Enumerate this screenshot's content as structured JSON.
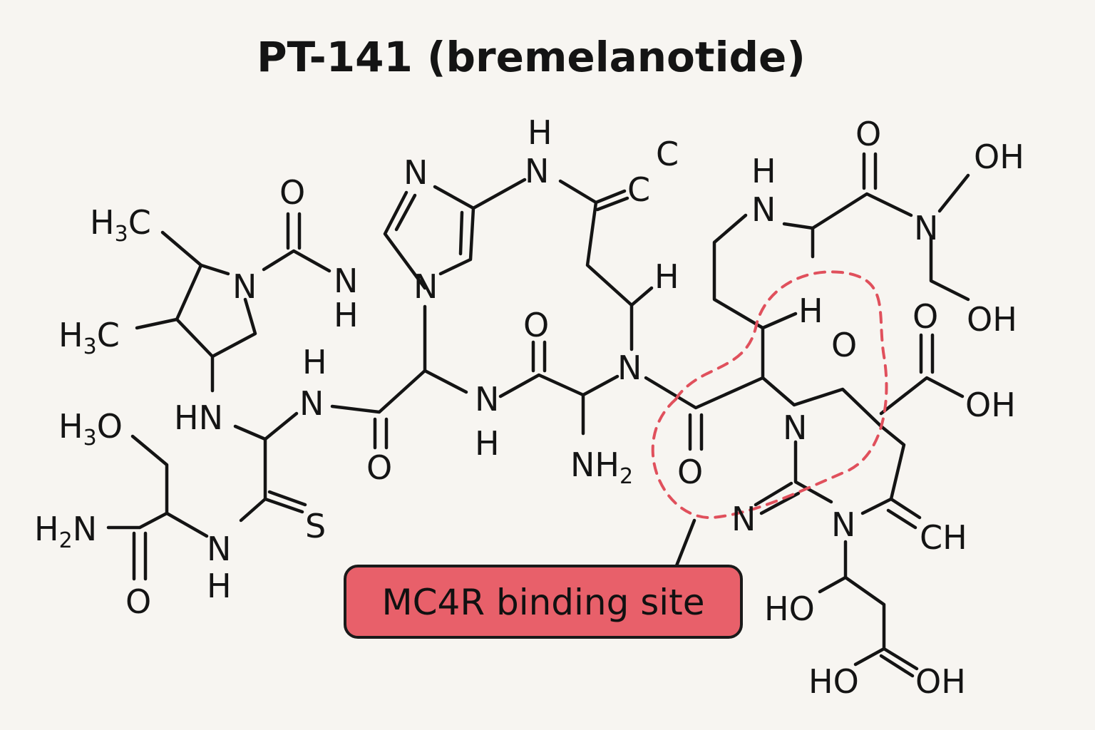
{
  "title": "PT-141 (bremelanotide)",
  "callout": {
    "label": "MC4R binding site"
  },
  "colors": {
    "background": "#f7f5f1",
    "ink": "#141414",
    "highlight": "#e0505c",
    "callout_fill": "#e8606a"
  },
  "atoms": {
    "h3c_1": "H",
    "h3c_1_sub": "3",
    "h3c_1_c": "C",
    "h3c_2": "H",
    "h3c_2_sub": "3",
    "h3c_2_c": "C",
    "n_pyrrolidine": "N",
    "o_urea": "O",
    "nh_urea_n": "N",
    "nh_urea_h": "H",
    "hn_left": "HN",
    "h_nh2": "H",
    "n_nh2": "N",
    "h3o": "H",
    "h3o_sub": "3",
    "h3o_o": "O",
    "h2n": "H",
    "h2n_sub": "2",
    "h2n_n": "N",
    "o_amide_left": "O",
    "n_thio_n": "N",
    "n_thio_h": "H",
    "s_thio": "S",
    "o_mid1": "O",
    "n_imid_top": "N",
    "n_imid_bottom": "N",
    "h_nh_top": "H",
    "n_nh_top": "N",
    "c_alkyne": "C",
    "c_alkyne2": "C",
    "n_mid_n": "N",
    "n_mid_h": "H",
    "o_mid2": "O",
    "nh2_n": "NH",
    "nh2_sub": "2",
    "h_side": "H",
    "n_center": "N",
    "o_center": "O",
    "h_ring_h": "H",
    "n_ring_n": "N",
    "h_center": "H",
    "o_top_right": "O",
    "n_right": "N",
    "oh_top": "OH",
    "oh_right": "OH",
    "o_acid": "O",
    "oh_acid": "OH",
    "o_ketone": "O",
    "n_guan_top": "N",
    "n_guan_bottom": "N",
    "n_guan_right": "N",
    "ch": "CH",
    "ho_lower": "HO",
    "ho_bottom": "HO",
    "oh_bottom": "OH"
  }
}
